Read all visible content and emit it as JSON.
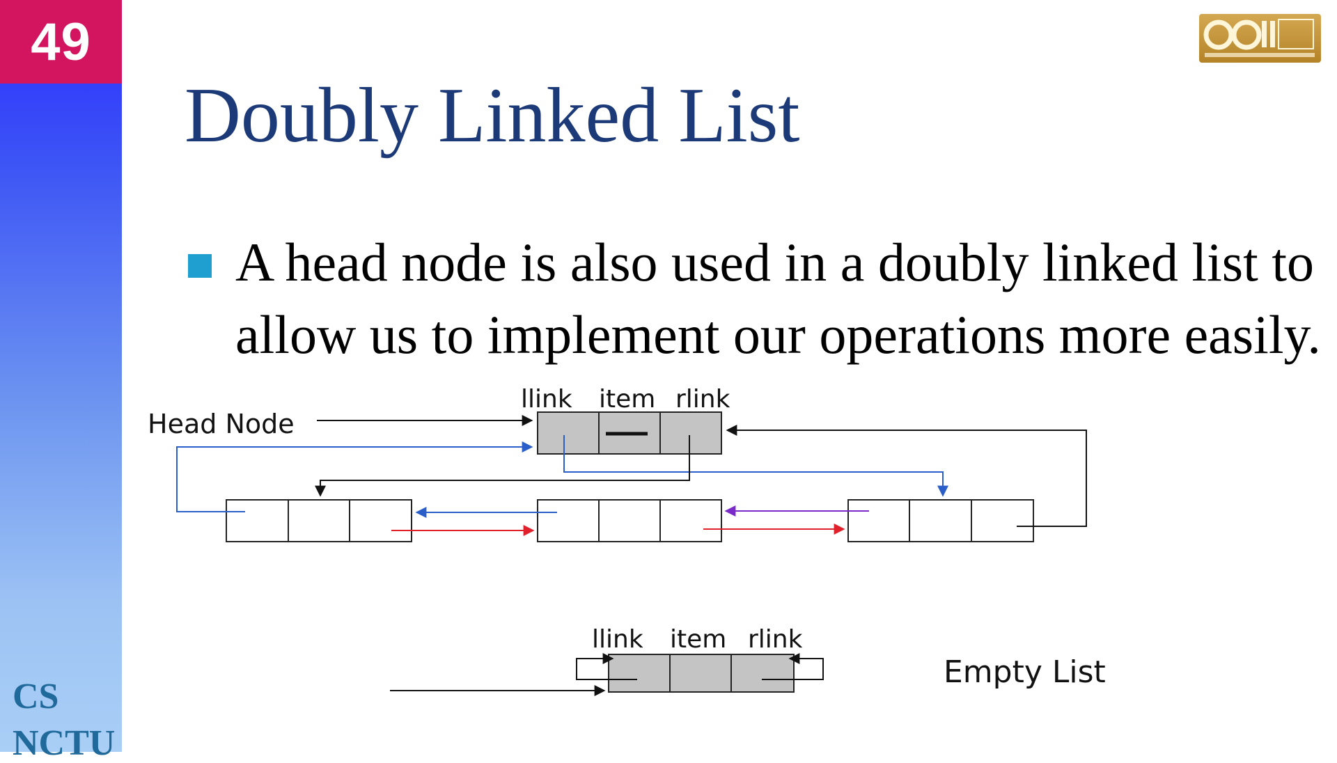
{
  "slide": {
    "page_number": "49",
    "title": "Doubly Linked List",
    "bullet": "A head node is also used in a doubly linked list to allow us to implement our operations more easily.",
    "sidebar_brand": [
      "CS",
      "NCTU"
    ]
  },
  "diagram": {
    "field_labels": [
      "llink",
      "item",
      "rlink"
    ],
    "head_node_label": "Head Node",
    "empty_list_label": "Empty List"
  },
  "colors": {
    "accent": "#d3145f",
    "title": "#1d3a78",
    "bullet": "#1f9fd0",
    "arrow_blue": "#2a5fc9",
    "arrow_red": "#e0202a",
    "arrow_purple": "#7a2ac9",
    "node_gray": "#c4c4c4"
  },
  "icons": {
    "logo": "ocw-logo"
  }
}
